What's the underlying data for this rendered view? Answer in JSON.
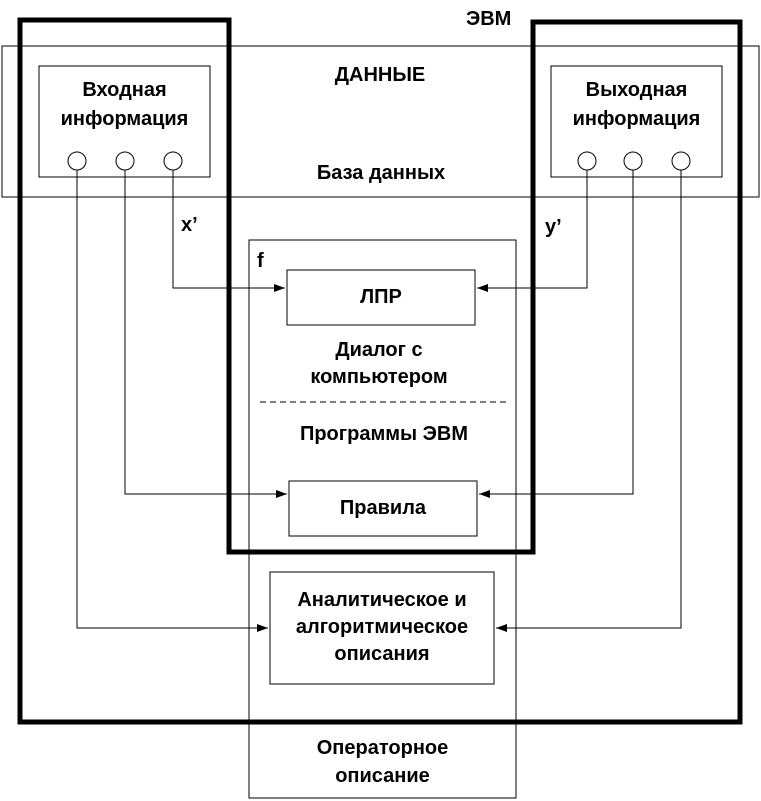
{
  "diagram": {
    "evm_label": "ЭВМ",
    "data_label": "ДАННЫЕ",
    "input_info": "Входная\nинформация",
    "output_info": "Выходная\nинформация",
    "database_label": "База данных",
    "x_label": "x’",
    "y_label": "y’",
    "f_label": "f",
    "lpr_label": "ЛПР",
    "dialog_label": "Диалог с\nкомпьютером",
    "programs_label": "Программы ЭВМ",
    "rules_label": "Правила",
    "analytical_label": "Аналитическое и\nалгоритмическое\nописания",
    "operator_label": "Операторное\nописание"
  }
}
